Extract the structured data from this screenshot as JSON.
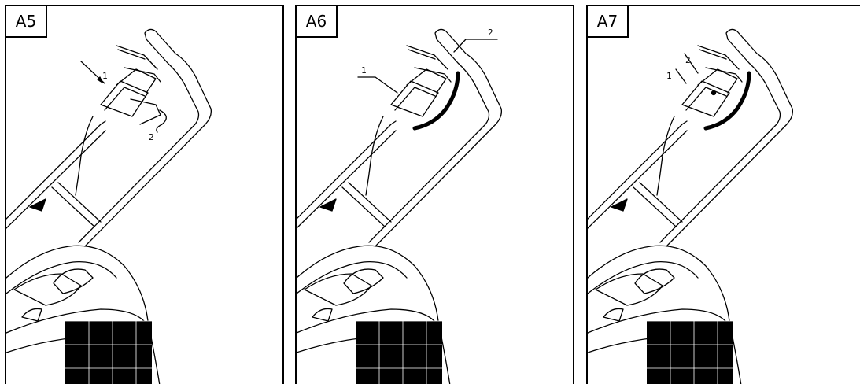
{
  "panels": [
    {
      "label": "A5",
      "callouts": [
        "1",
        "2"
      ]
    },
    {
      "label": "A6",
      "callouts": [
        "1",
        "2"
      ]
    },
    {
      "label": "A7",
      "callouts": [
        "1",
        "2"
      ]
    }
  ]
}
